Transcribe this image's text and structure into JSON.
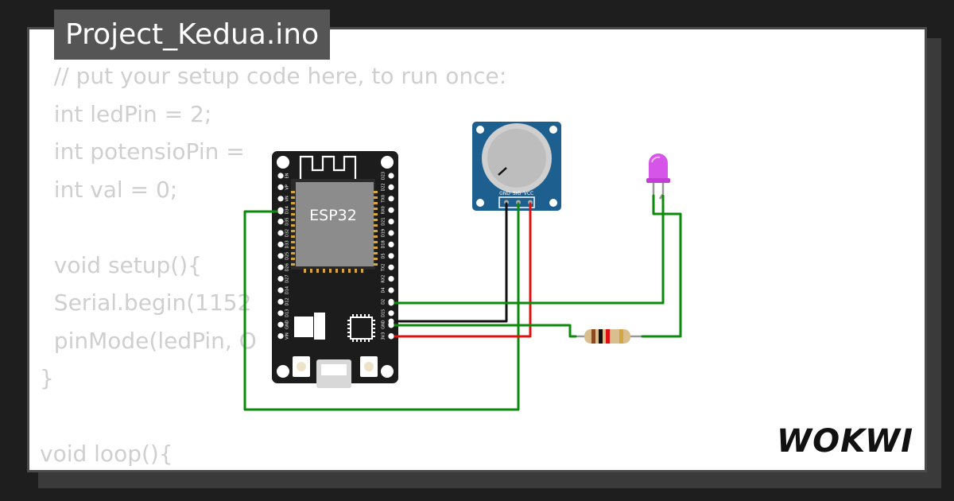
{
  "project": {
    "title": "Project_Kedua.ino"
  },
  "code": {
    "lines": [
      "  // put your setup code here, to run once:",
      "  int ledPin = 2;",
      "  int potensioPin = ",
      "  int val = 0;",
      "",
      "  void setup(){",
      "  Serial.begin(1152",
      "  pinMode(ledPin, O",
      "}",
      "",
      "void loop(){"
    ]
  },
  "esp32": {
    "label": "ESP32",
    "left_pins": [
      "EN",
      "VP",
      "VN",
      "D34",
      "D35",
      "D32",
      "D33",
      "D25",
      "D26",
      "D27",
      "D14",
      "D12",
      "D13",
      "GND",
      "VIN"
    ],
    "right_pins": [
      "D23",
      "D22",
      "TX0",
      "RX0",
      "D21",
      "D19",
      "D18",
      "D5",
      "TX2",
      "RX2",
      "D4",
      "D2",
      "D15",
      "GND",
      "3V3"
    ]
  },
  "potentiometer": {
    "pins": [
      "GND",
      "SIG",
      "VCC"
    ]
  },
  "brand": {
    "name": "WOKWI"
  },
  "colors": {
    "background": "#1e1e1e",
    "card": "#ffffff",
    "title_tab": "#555555",
    "code_text": "#cfcfcf",
    "board": "#1c1c1c",
    "chip": "#8c8c8c",
    "pot_board": "#1d5f8f",
    "wire_green": "#0b8a0b",
    "wire_red": "#e01010",
    "wire_black": "#111111",
    "led": "#d455e8"
  }
}
